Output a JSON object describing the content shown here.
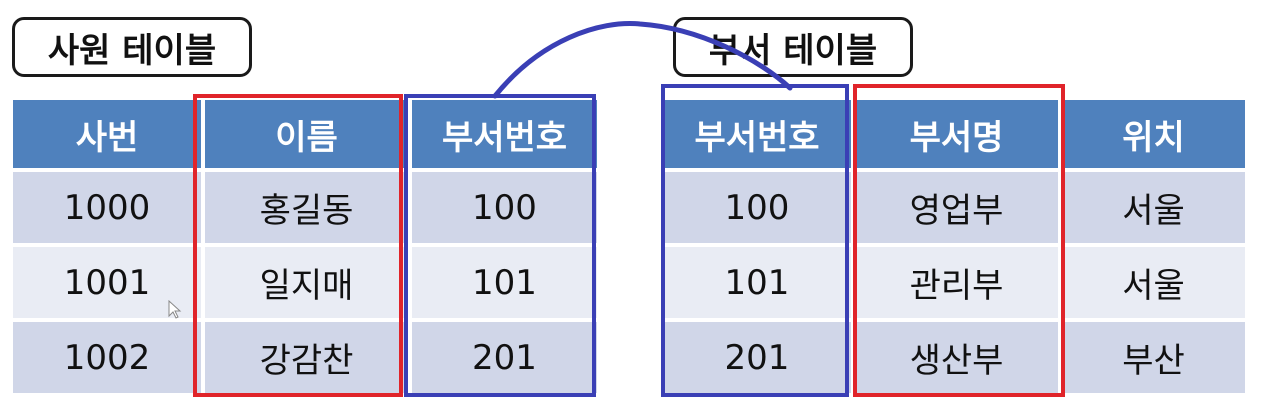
{
  "employee_table": {
    "title": "사원 테이블",
    "columns": [
      "사번",
      "이름",
      "부서번호"
    ],
    "rows": [
      [
        "1000",
        "홍길동",
        "100"
      ],
      [
        "1001",
        "일지매",
        "101"
      ],
      [
        "1002",
        "강감찬",
        "201"
      ]
    ]
  },
  "department_table": {
    "title": "부서 테이블",
    "columns": [
      "부서번호",
      "부서명",
      "위치"
    ],
    "rows": [
      [
        "100",
        "영업부",
        "서울"
      ],
      [
        "101",
        "관리부",
        "서울"
      ],
      [
        "201",
        "생산부",
        "부산"
      ]
    ]
  },
  "colors": {
    "header_bg": "#4f81bd",
    "row_dark": "#d0d6e8",
    "row_light": "#e9ecf4",
    "highlight_red": "#e0242a",
    "highlight_blue": "#3a3fb5"
  }
}
